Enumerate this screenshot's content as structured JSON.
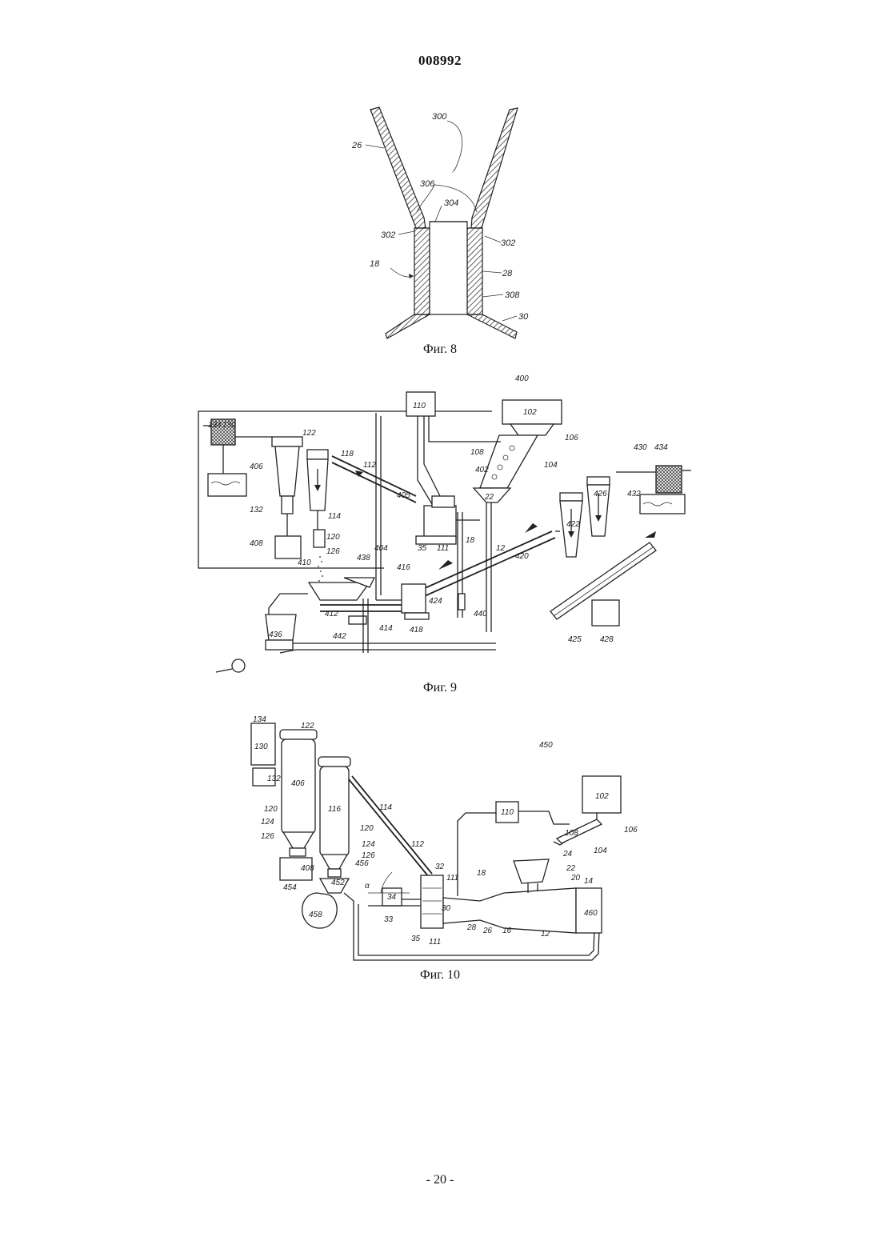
{
  "header": {
    "document_number": "008992"
  },
  "figures": [
    {
      "caption": "Фиг. 8",
      "labels": [
        "300",
        "26",
        "306",
        "304",
        "302",
        "302",
        "18",
        "28",
        "308",
        "30"
      ]
    },
    {
      "caption": "Фиг. 9",
      "labels": [
        "400",
        "110",
        "102",
        "106",
        "104",
        "108",
        "134",
        "130",
        "122",
        "118",
        "112",
        "402",
        "405",
        "406",
        "114",
        "22",
        "120",
        "126",
        "18",
        "111",
        "35",
        "12",
        "420",
        "132",
        "408",
        "410",
        "438",
        "404",
        "416",
        "412",
        "414",
        "418",
        "424",
        "442",
        "436",
        "440",
        "430",
        "434",
        "432",
        "426",
        "422",
        "425",
        "428"
      ]
    },
    {
      "caption": "Фиг. 10",
      "labels": [
        "134",
        "122",
        "130",
        "132",
        "406",
        "116",
        "450",
        "114",
        "112",
        "110",
        "102",
        "106",
        "108",
        "104",
        "24",
        "22",
        "20",
        "14",
        "120",
        "124",
        "126",
        "120",
        "124",
        "126",
        "408",
        "456",
        "452",
        "454",
        "458",
        "32",
        "111",
        "18",
        "34",
        "30",
        "33",
        "35",
        "111",
        "28",
        "26",
        "16",
        "12",
        "460",
        "α"
      ]
    }
  ],
  "footer": {
    "page_number": "- 20 -"
  }
}
